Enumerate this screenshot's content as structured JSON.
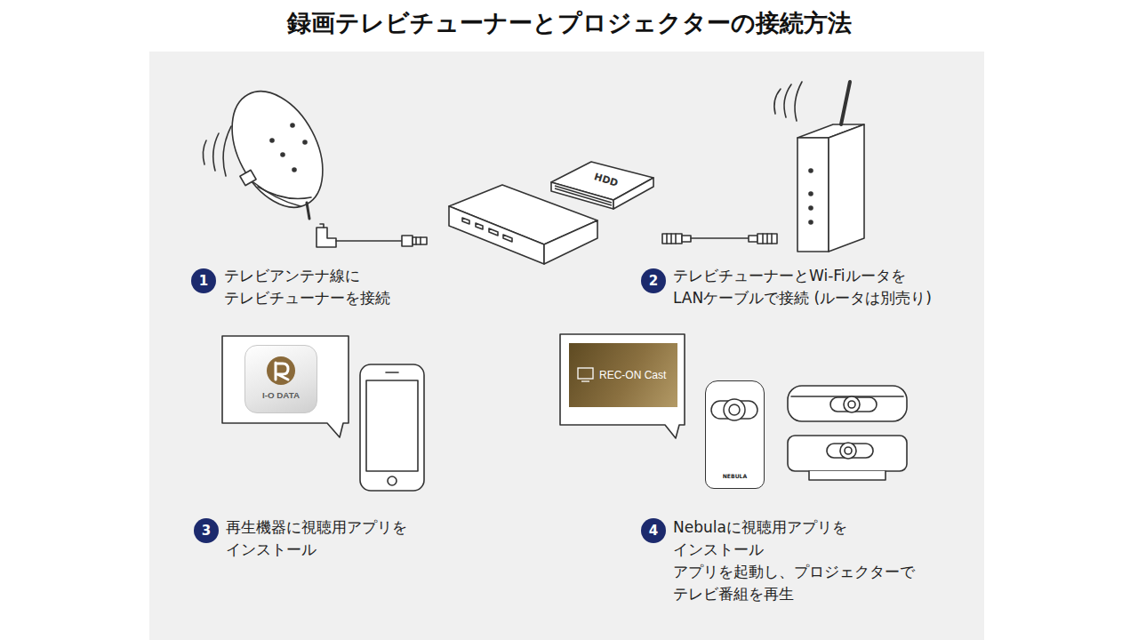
{
  "diagram": {
    "title": "録画テレビチューナーとプロジェクターの接続方法",
    "nodes": [
      {
        "text": [
          "HDD"
        ]
      },
      {
        "text": [
          "1"
        ]
      },
      {
        "text": [
          "2"
        ]
      },
      {
        "text": [
          "I-O DATA"
        ]
      },
      {
        "text": [
          "REC-ON Cast"
        ]
      },
      {
        "text": [
          "NEBULA"
        ]
      },
      {
        "text": [
          "3"
        ]
      },
      {
        "text": [
          "4"
        ]
      }
    ],
    "labels": [
      "テレビアンテナ線に テレビチューナーを接続",
      "テレビチューナーとWi-Fiルータを LANケーブルで接続 (ルータは別売り)",
      "再生機器に視聴用アプリを インストール",
      "Nebulaに視聴用アプリを インストール アプリを起動し、プロジェクターで テレビ番組を再生"
    ]
  }
}
